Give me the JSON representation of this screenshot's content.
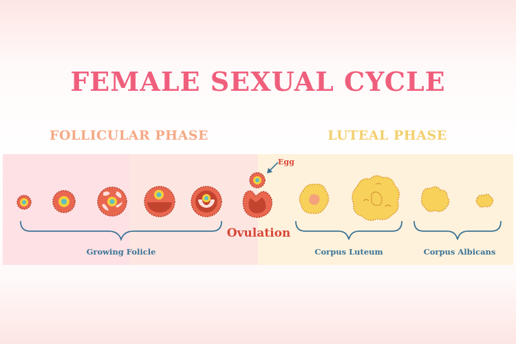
{
  "title": "FEMALE SEXUAL CYCLE",
  "phases": {
    "follicular": "FOLLICULAR PHASE",
    "luteal": "LUTEAL PHASE"
  },
  "labels": {
    "egg": "Egg",
    "ovulation": "Ovulation",
    "growing_folicle": "Growing Folicle",
    "corpus_luteum": "Corpus Luteum",
    "corpus_albicans": "Corpus Albicans"
  },
  "colors": {
    "title": "#ef5f7c",
    "follicular": "#f4aa86",
    "luteal": "#f3cf6e",
    "follicle_wall": "#e9674f",
    "follicle_outline": "#b8402e",
    "egg_core": "#f4cf3d",
    "egg_nucleus": "#5ebfc1",
    "luteum_fill": "#f7d15a",
    "luteum_outline": "#dc9c3a",
    "brace": "#3a7396"
  }
}
